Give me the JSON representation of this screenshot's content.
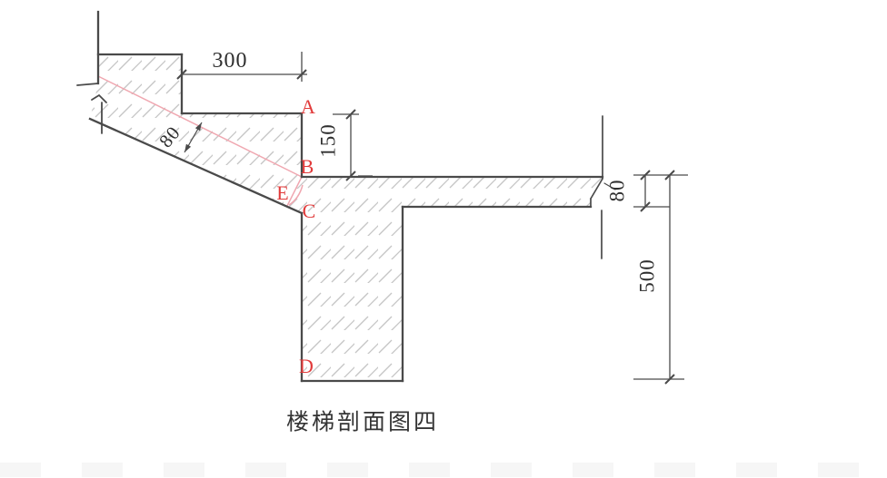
{
  "figure": {
    "caption": "楼梯剖面图四",
    "point_labels": {
      "a": "A",
      "b": "B",
      "c": "C",
      "d": "D",
      "e": "E"
    },
    "dimensions": {
      "tread_width": "300",
      "riser_height": "150",
      "flight_slab_thickness": "80",
      "landing_slab_thickness": "80",
      "beam_depth": "500"
    },
    "colors": {
      "outline": "#4a4a4a",
      "dimension_text": "#2f2f2f",
      "point_label_red": "#e13b3b",
      "reference_line_pink": "#f0a7b0",
      "hatch_gray": "#c5c5c5"
    }
  }
}
